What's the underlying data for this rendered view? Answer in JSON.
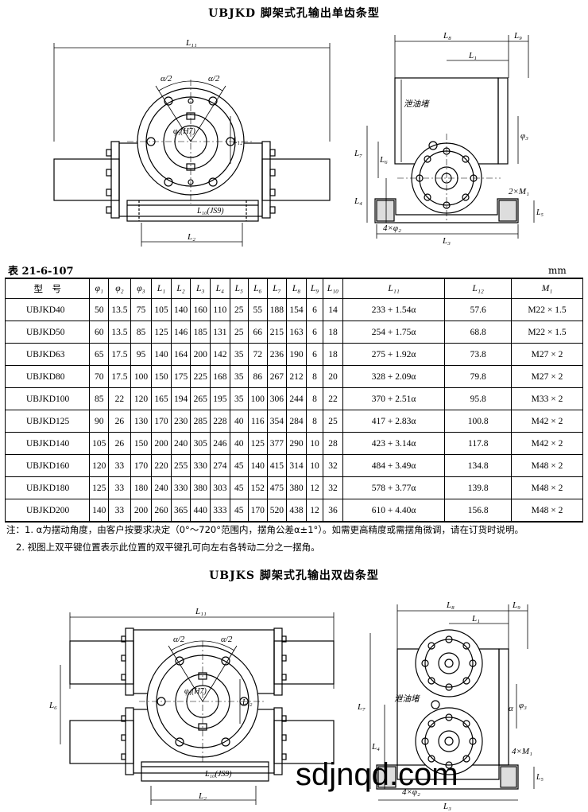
{
  "title_top": "UBJKD 脚架式孔输出单齿条型",
  "title_bottom": "UBJKS 脚架式孔输出双齿条型",
  "table_caption": "表 21-6-107",
  "unit": "mm",
  "drawing_labels": {
    "L11": "L₁₁",
    "L2": "L₂",
    "L10": "L₁₀(JS9)",
    "L12": "L₁₂",
    "phi1": "φ₁(H7)",
    "alpha_half_left": "α/2",
    "alpha_half_right": "α/2",
    "L8": "L₈",
    "L9": "L₉",
    "L1": "L₁",
    "L7": "L₇",
    "L6": "L₆",
    "L4": "L₄",
    "L5": "L₅",
    "L3": "L₃",
    "phi3": "φ₃",
    "phi2": "4×φ₂",
    "M1": "2×M₁",
    "M1_double": "4×M₁",
    "drain_plug": "泄油堵",
    "alpha": "α"
  },
  "table": {
    "headers": [
      "型　号",
      "φ₁",
      "φ₂",
      "φ₃",
      "L₁",
      "L₂",
      "L₃",
      "L₄",
      "L₅",
      "L₆",
      "L₇",
      "L₈",
      "L₉",
      "L₁₀",
      "L₁₁",
      "L₁₂",
      "M₁"
    ],
    "rows": [
      [
        "UBJKD40",
        "50",
        "13.5",
        "75",
        "105",
        "140",
        "160",
        "110",
        "25",
        "55",
        "188",
        "154",
        "6",
        "14",
        "233 + 1.54α",
        "57.6",
        "M22 × 1.5"
      ],
      [
        "UBJKD50",
        "60",
        "13.5",
        "85",
        "125",
        "146",
        "185",
        "131",
        "25",
        "66",
        "215",
        "163",
        "6",
        "18",
        "254 + 1.75α",
        "68.8",
        "M22 × 1.5"
      ],
      [
        "UBJKD63",
        "65",
        "17.5",
        "95",
        "140",
        "164",
        "200",
        "142",
        "35",
        "72",
        "236",
        "190",
        "6",
        "18",
        "275 + 1.92α",
        "73.8",
        "M27 × 2"
      ],
      [
        "UBJKD80",
        "70",
        "17.5",
        "100",
        "150",
        "175",
        "225",
        "168",
        "35",
        "86",
        "267",
        "212",
        "8",
        "20",
        "328 + 2.09α",
        "79.8",
        "M27 × 2"
      ],
      [
        "UBJKD100",
        "85",
        "22",
        "120",
        "165",
        "194",
        "265",
        "195",
        "35",
        "100",
        "306",
        "244",
        "8",
        "22",
        "370 + 2.51α",
        "95.8",
        "M33 × 2"
      ],
      [
        "UBJKD125",
        "90",
        "26",
        "130",
        "170",
        "230",
        "285",
        "228",
        "40",
        "116",
        "354",
        "284",
        "8",
        "25",
        "417 + 2.83α",
        "100.8",
        "M42 × 2"
      ],
      [
        "UBJKD140",
        "105",
        "26",
        "150",
        "200",
        "240",
        "305",
        "246",
        "40",
        "125",
        "377",
        "290",
        "10",
        "28",
        "423 + 3.14α",
        "117.8",
        "M42 × 2"
      ],
      [
        "UBJKD160",
        "120",
        "33",
        "170",
        "220",
        "255",
        "330",
        "274",
        "45",
        "140",
        "415",
        "314",
        "10",
        "32",
        "484 + 3.49α",
        "134.8",
        "M48 × 2"
      ],
      [
        "UBJKD180",
        "125",
        "33",
        "180",
        "240",
        "330",
        "380",
        "303",
        "45",
        "152",
        "475",
        "380",
        "12",
        "32",
        "578 + 3.77α",
        "139.8",
        "M48 × 2"
      ],
      [
        "UBJKD200",
        "140",
        "33",
        "200",
        "260",
        "365",
        "440",
        "333",
        "45",
        "170",
        "520",
        "438",
        "12",
        "36",
        "610 + 4.40α",
        "156.8",
        "M48 × 2"
      ]
    ]
  },
  "notes": [
    "注：1. α为摆动角度，由客户按要求决定（0°～720°范围内，摆角公差α±1°）。如需更高精度或需摆角微调，请在订货时说明。",
    "2. 视图上双平键位置表示此位置的双平键孔可向左右各转动二分之一摆角。"
  ],
  "watermark": "sdjnqd.com"
}
